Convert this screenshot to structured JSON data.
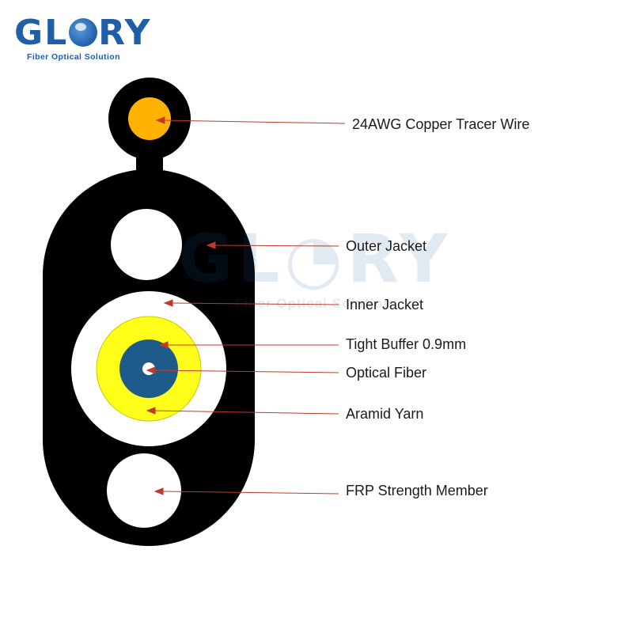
{
  "logo": {
    "brand_prefix": "GL",
    "brand_suffix": "RY",
    "tagline": "Fiber Optical Solution"
  },
  "watermark": {
    "brand_prefix": "GL",
    "brand_suffix": "RY",
    "tagline": "Fiber Optical Solution"
  },
  "labels": {
    "tracer_wire": "24AWG Copper Tracer Wire",
    "outer_jacket": "Outer Jacket",
    "inner_jacket": "Inner Jacket",
    "tight_buffer": "Tight Buffer 0.9mm",
    "optical_fiber": "Optical Fiber",
    "aramid_yarn": "Aramid Yarn",
    "frp_strength_member": "FRP Strength Member"
  },
  "colors": {
    "jacket": "#000000",
    "copper": "#ffb300",
    "aramid": "#ffff1a",
    "buffer": "#1e5a8a",
    "leader": "#c0392b",
    "brand": "#1f5fa8"
  }
}
